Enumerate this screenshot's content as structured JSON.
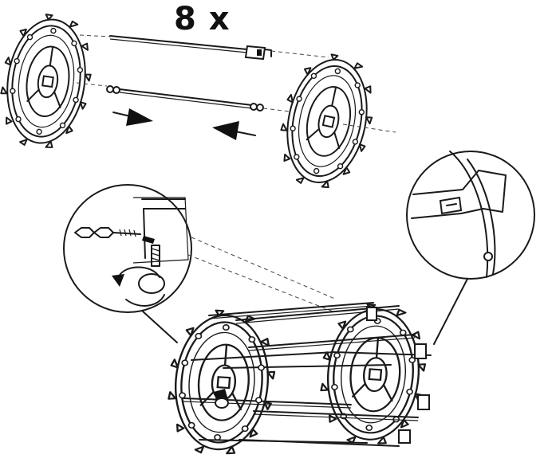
{
  "step": {
    "quantity_label": "8 x"
  },
  "colors": {
    "ink": "#1a1a1a",
    "background": "#ffffff"
  },
  "icons": [
    "end-disc",
    "tie-rod",
    "direction-arrow",
    "detail-zoom-circle",
    "rotate-arrow",
    "assembled-drum"
  ]
}
